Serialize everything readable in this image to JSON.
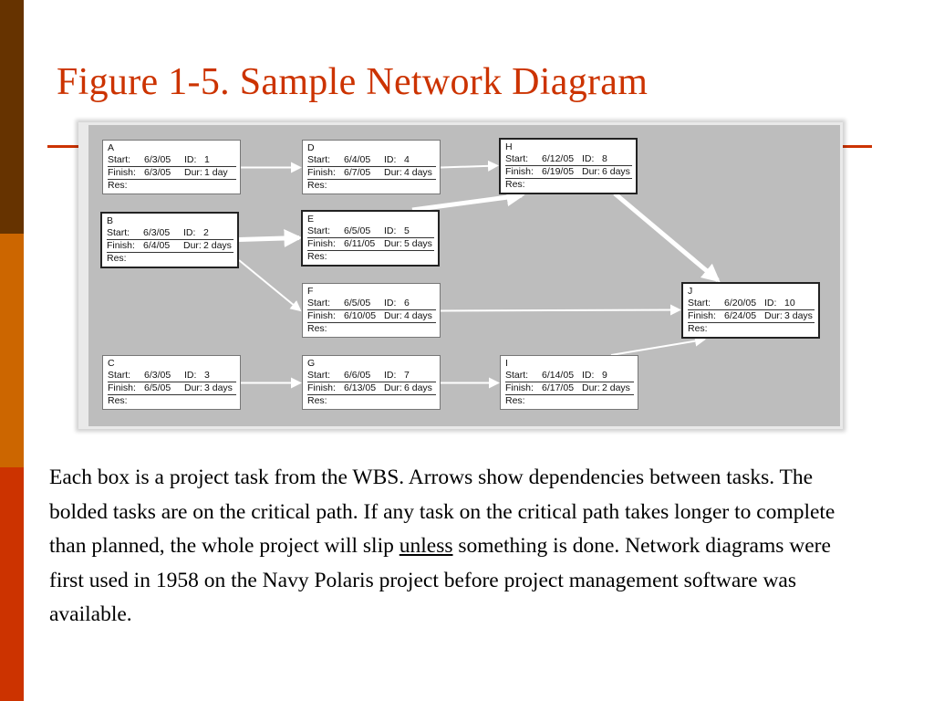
{
  "title": "Figure 1-5. Sample Network Diagram",
  "labels": {
    "start": "Start:",
    "finish": "Finish:",
    "id": "ID:",
    "dur": "Dur:",
    "res": "Res:"
  },
  "tasks": [
    {
      "name": "A",
      "start": "6/3/05",
      "id": "1",
      "finish": "6/3/05",
      "dur": "1 day",
      "critical": false
    },
    {
      "name": "B",
      "start": "6/3/05",
      "id": "2",
      "finish": "6/4/05",
      "dur": "2 days",
      "critical": true
    },
    {
      "name": "C",
      "start": "6/3/05",
      "id": "3",
      "finish": "6/5/05",
      "dur": "3 days",
      "critical": false
    },
    {
      "name": "D",
      "start": "6/4/05",
      "id": "4",
      "finish": "6/7/05",
      "dur": "4 days",
      "critical": false
    },
    {
      "name": "E",
      "start": "6/5/05",
      "id": "5",
      "finish": "6/11/05",
      "dur": "5 days",
      "critical": true
    },
    {
      "name": "F",
      "start": "6/5/05",
      "id": "6",
      "finish": "6/10/05",
      "dur": "4 days",
      "critical": false
    },
    {
      "name": "G",
      "start": "6/6/05",
      "id": "7",
      "finish": "6/13/05",
      "dur": "6 days",
      "critical": false
    },
    {
      "name": "H",
      "start": "6/12/05",
      "id": "8",
      "finish": "6/19/05",
      "dur": "6 days",
      "critical": true
    },
    {
      "name": "I",
      "start": "6/14/05",
      "id": "9",
      "finish": "6/17/05",
      "dur": "2 days",
      "critical": false
    },
    {
      "name": "J",
      "start": "6/20/05",
      "id": "10",
      "finish": "6/24/05",
      "dur": "3 days",
      "critical": true
    }
  ],
  "dependencies": [
    {
      "from": "A",
      "to": "D"
    },
    {
      "from": "D",
      "to": "H"
    },
    {
      "from": "B",
      "to": "E"
    },
    {
      "from": "B",
      "to": "F"
    },
    {
      "from": "E",
      "to": "H"
    },
    {
      "from": "H",
      "to": "J"
    },
    {
      "from": "F",
      "to": "J"
    },
    {
      "from": "C",
      "to": "G"
    },
    {
      "from": "G",
      "to": "I"
    },
    {
      "from": "I",
      "to": "J"
    }
  ],
  "caption": {
    "before": "Each box is a project task from the WBS. Arrows show dependencies between tasks. The bolded tasks are on the critical path. If any task on the critical path takes longer to complete than planned, the whole project will slip ",
    "underlined": "unless",
    "after": " something is done. Network diagrams were first used in 1958 on the Navy Polaris project before project management software was available."
  }
}
